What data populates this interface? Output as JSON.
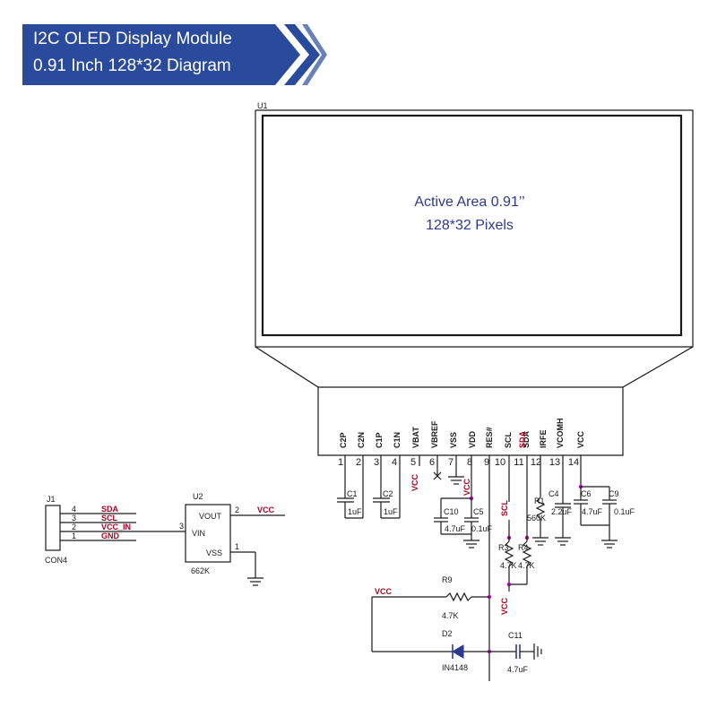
{
  "banner": {
    "line1": "I2C OLED Display Module",
    "line2": "0.91 Inch 128*32 Diagram",
    "color": "#2a4b9b"
  },
  "u1": {
    "ref": "U1",
    "active_line1": "Active Area 0.91’’",
    "active_line2": "128*32 Pixels",
    "pins": [
      {
        "num": "1",
        "name": "C2P"
      },
      {
        "num": "2",
        "name": "C2N"
      },
      {
        "num": "3",
        "name": "C1P"
      },
      {
        "num": "4",
        "name": "C1N"
      },
      {
        "num": "5",
        "name": "VBAT"
      },
      {
        "num": "6",
        "name": "VBREF"
      },
      {
        "num": "7",
        "name": "VSS"
      },
      {
        "num": "8",
        "name": "VDD"
      },
      {
        "num": "9",
        "name": "RES#"
      },
      {
        "num": "10",
        "name": "SCL"
      },
      {
        "num": "11",
        "name": "SDA"
      },
      {
        "num": "12",
        "name": "IRFE"
      },
      {
        "num": "13",
        "name": "VCOMH"
      },
      {
        "num": "14",
        "name": "VCC"
      }
    ]
  },
  "j1": {
    "ref": "J1",
    "part": "CON4",
    "pins": [
      {
        "num": "4",
        "net": "SDA"
      },
      {
        "num": "3",
        "net": "SCL"
      },
      {
        "num": "2",
        "net": "VCC_IN"
      },
      {
        "num": "1",
        "net": "GND"
      }
    ]
  },
  "u2": {
    "ref": "U2",
    "part": "662K",
    "vout": "VOUT",
    "vin": "VIN",
    "vss": "VSS",
    "pin_vout": "2",
    "pin_vin": "3",
    "pin_vss": "1",
    "out_net": "VCC"
  },
  "components": {
    "c1": {
      "ref": "C1",
      "value": "1uF"
    },
    "c2": {
      "ref": "C2",
      "value": "1uF"
    },
    "c10": {
      "ref": "C10",
      "value": "4.7uF"
    },
    "c5": {
      "ref": "C5",
      "value": "0.1uF"
    },
    "r1": {
      "ref": "R1",
      "value": "560K"
    },
    "c4": {
      "ref": "C4",
      "value": "2.2uF"
    },
    "c6": {
      "ref": "C6",
      "value": "4.7uF"
    },
    "c9": {
      "ref": "C9",
      "value": "0.1uF"
    },
    "r3": {
      "ref": "R3",
      "value": "4.7K"
    },
    "r4": {
      "ref": "R4",
      "value": "4.7K"
    },
    "r9": {
      "ref": "R9",
      "value": "4.7K"
    },
    "d2": {
      "ref": "D2",
      "value": "IN4148"
    },
    "c11": {
      "ref": "C11",
      "value": "4.7uF"
    }
  },
  "nets": {
    "vcc_pin5": "VCC",
    "vcc_pin8": "VCC",
    "scl": "SCL",
    "sda": "SDA",
    "vcc_pullup": "VCC",
    "vcc_r9": "VCC"
  },
  "colors": {
    "net_label": "#b00020",
    "junction": "#c000c0",
    "wire": "#1a1a1a",
    "accent_text": "#2b3990"
  }
}
